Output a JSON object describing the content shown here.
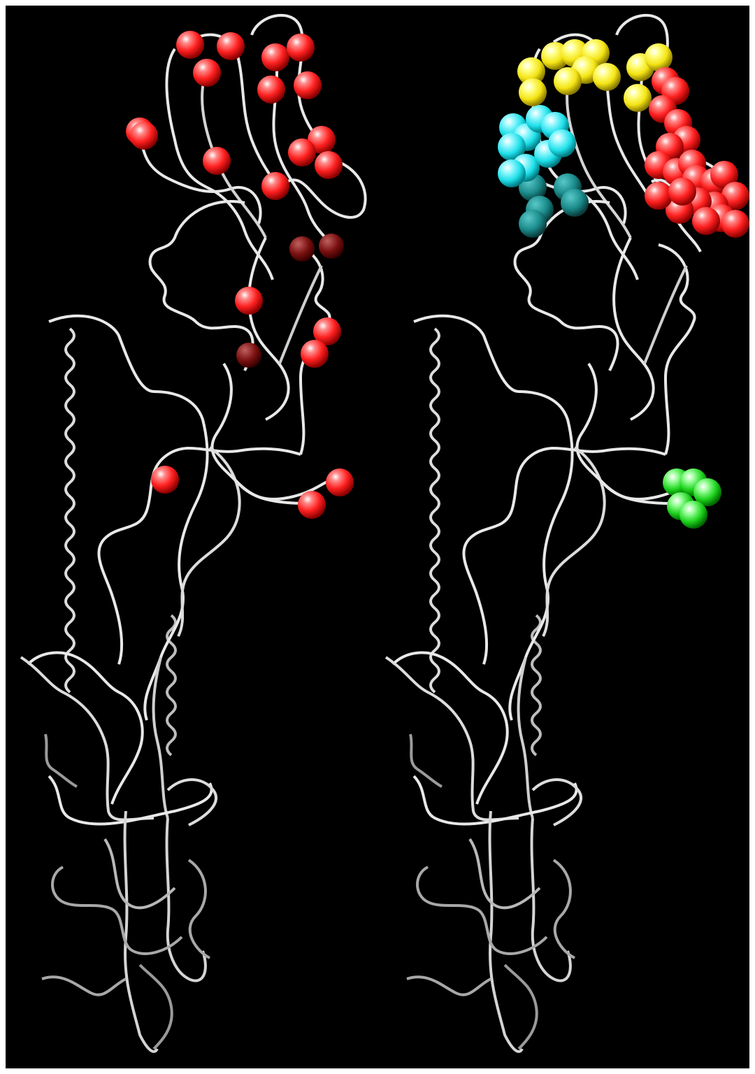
{
  "colors": {
    "background": "#000000",
    "border": "#ffffff",
    "ribbon": "#e6e6e6",
    "ribbon_shadow": "#8a8a8a",
    "red": "#ff2a2a",
    "yellow": "#ffee22",
    "cyan": "#22e6ee",
    "cyan_dim": "#1a9a9a",
    "green": "#22dd22"
  },
  "panels": [
    {
      "id": "left",
      "description_icon": "protein-ribbon-left"
    },
    {
      "id": "right",
      "description_icon": "protein-ribbon-right"
    }
  ]
}
